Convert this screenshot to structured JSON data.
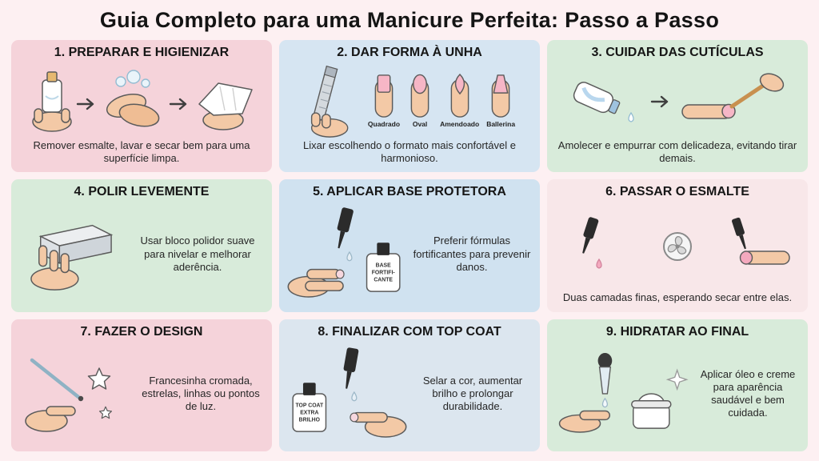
{
  "page": {
    "title": "Guia Completo para uma Manicure Perfeita: Passo a Passo"
  },
  "colors": {
    "background": "#fdf0f2",
    "skin": "#f3c9a6",
    "nail_pink": "#f6b6c6",
    "outline": "#5b5b5b"
  },
  "steps": [
    {
      "title": "1. PREPARAR E HIGIENIZAR",
      "description": "Remover esmalte, lavar e secar bem para uma superfície limpa.",
      "bg": "#f5d3da"
    },
    {
      "title": "2. DAR FORMA À UNHA",
      "description": "Lixar escolhendo o formato mais confortável e harmonioso.",
      "bg": "#d6e5f2",
      "nail_shapes": [
        "Quadrado",
        "Oval",
        "Amendoado",
        "Ballerina"
      ]
    },
    {
      "title": "3. CUIDAR DAS CUTÍCULAS",
      "description": "Amolecer e empurrar com delicadeza, evitando tirar demais.",
      "bg": "#d8ebda"
    },
    {
      "title": "4. POLIR LEVEMENTE",
      "description": "Usar bloco polidor suave para nivelar e melhorar aderência.",
      "bg": "#d8ebda"
    },
    {
      "title": "5. APLICAR BASE PROTETORA",
      "description": "Preferir fórmulas fortificantes para prevenir danos.",
      "bg": "#d0e2f0",
      "bottle_label": [
        "BASE",
        "FORTIFI-",
        "CANTE"
      ]
    },
    {
      "title": "6. PASSAR O ESMALTE",
      "description": "Duas camadas finas, esperando secar entre elas.",
      "bg": "#f8e7e9"
    },
    {
      "title": "7. FAZER O DESIGN",
      "description": "Francesinha cromada, estrelas, linhas ou pontos de luz.",
      "bg": "#f5d3da"
    },
    {
      "title": "8. FINALIZAR COM TOP COAT",
      "description": "Selar a cor, aumentar brilho e prolongar durabilidade.",
      "bg": "#dce6ef",
      "bottle_label": [
        "TOP COAT",
        "EXTRA",
        "BRILHO"
      ]
    },
    {
      "title": "9. HIDRATAR AO FINAL",
      "description": "Aplicar óleo e creme para aparência saudável e bem cuidada.",
      "bg": "#d8ebda"
    }
  ]
}
